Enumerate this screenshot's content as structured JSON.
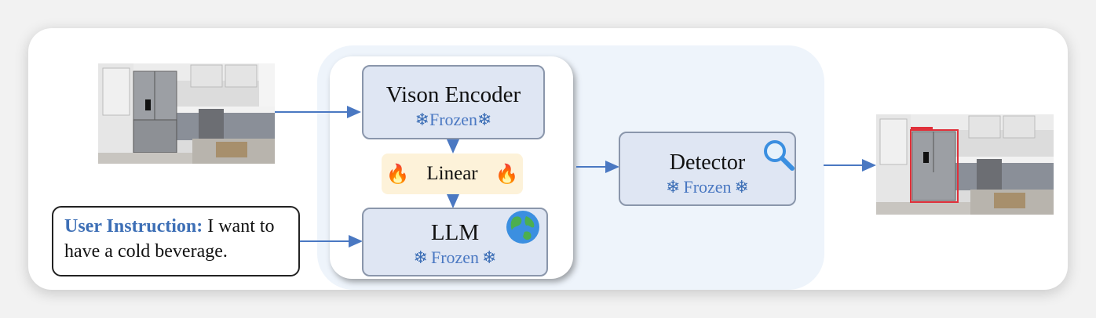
{
  "vision_encoder": {
    "title": "Vison Encoder",
    "status": "Frozen"
  },
  "linear": {
    "label": "Linear"
  },
  "llm": {
    "title": "LLM",
    "status": "Frozen"
  },
  "detector": {
    "title": "Detector",
    "status": "Frozen"
  },
  "user_instruction": {
    "label": "User Instruction:",
    "text": " I want to have a cold beverage."
  },
  "icons": {
    "frozen": "snowflake-icon",
    "trainable": "fire-icon",
    "llm_badge": "globe-icon",
    "detector_badge": "magnifier-icon"
  },
  "colors": {
    "box_fill": "#dfe6f3",
    "frozen_text": "#4a78c2",
    "arrow": "#4a78c2",
    "panel": "#eef4fb",
    "linear_fill": "#fdf2d9",
    "detection_box": "#e0303a"
  }
}
